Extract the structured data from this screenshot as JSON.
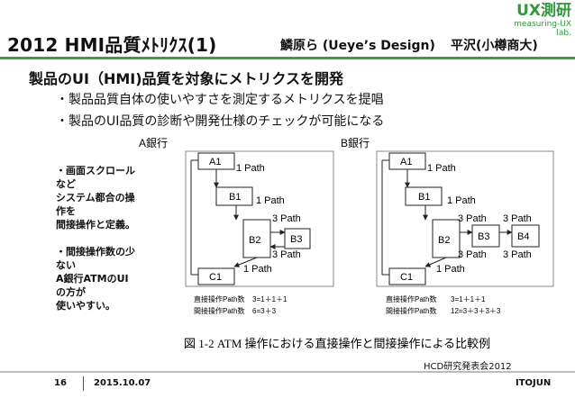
{
  "header": {
    "title": "2012 HMI品質ﾒﾄﾘｸｽ(1)",
    "authors": "鱗原ら (Ueye’s Design)",
    "author2": "平沢(小樽商大)",
    "logo_main": "UX測研",
    "logo_sub": "measuring-UX lab."
  },
  "body": {
    "headline": "製品のUI（HMI)品質を対象にメトリクスを開発",
    "bullets": [
      "・製品品質自体の使いやすさを測定するメトリクスを提唱",
      "・製品のUI品質の診断や開発仕様のチェックが可能になる"
    ],
    "note_lines": [
      "・画面スクロールなど",
      "システム都合の操作を",
      "間接操作と定義。",
      "",
      "・間接操作数の少ない",
      "A銀行ATMのUIの方が",
      "使いやすい。"
    ]
  },
  "figure": {
    "bank_a": "A銀行",
    "bank_b": "B銀行",
    "path1": "1 Path",
    "path3": "3 Path",
    "a1": "A1",
    "b1": "B1",
    "b2": "B2",
    "b3": "B3",
    "b4": "B4",
    "c1": "C1",
    "direct_label": "直接操作Path数",
    "indirect_label": "間接操作Path数",
    "a_direct": "3=1＋1＋1",
    "a_indirect": "6=3＋3",
    "b_direct": "3=1＋1＋1",
    "b_indirect": "12=3＋3＋3＋3",
    "caption": "図 1-2 ATM 操作における直接操作と間接操作による比較例"
  },
  "footer": {
    "conference": "HCD研究発表会2012",
    "page": "16",
    "date": "2015.10.07",
    "right": "ITOJUN"
  },
  "colors": {
    "accent": "#3f9c3f"
  }
}
